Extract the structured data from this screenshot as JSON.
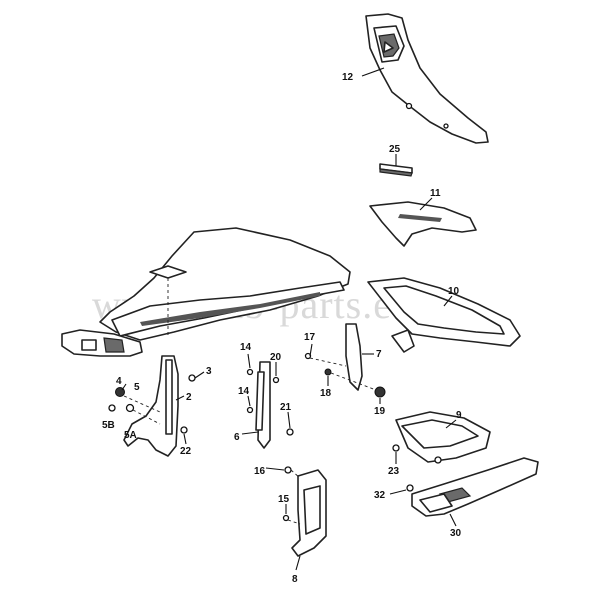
{
  "watermark": "www.saab-parts.eu",
  "callouts": {
    "n12": "12",
    "n25": "25",
    "n11": "11",
    "n10": "10",
    "n17": "17",
    "n7": "7",
    "n18": "18",
    "n19": "19",
    "n14a": "14",
    "n20": "20",
    "n14b": "14",
    "n21": "21",
    "n6": "6",
    "n3": "3",
    "n2": "2",
    "n4": "4",
    "n5": "5",
    "n5b": "5B",
    "n5a": "5A",
    "n22": "22",
    "n16": "16",
    "n15": "15",
    "n8": "8",
    "n9": "9",
    "n23": "23",
    "n32": "32",
    "n30": "30"
  }
}
